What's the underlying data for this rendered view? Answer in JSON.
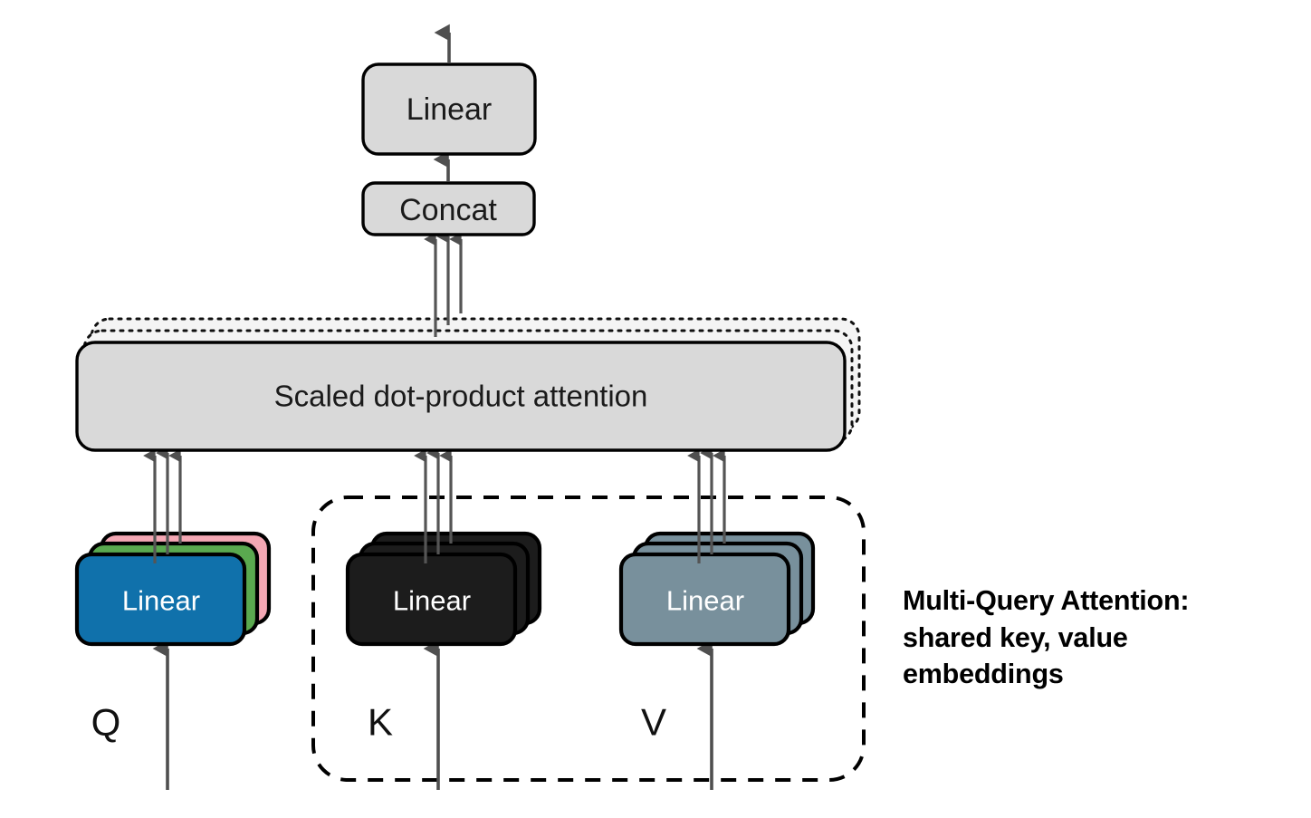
{
  "diagram": {
    "title": "Multi-Query Attention architecture diagram",
    "output_arrow": "output-arrow-up",
    "nodes": {
      "linear_top": {
        "label": "Linear",
        "shape": "rounded-rect",
        "fill": "#d9d9d9",
        "stroke": "#000000"
      },
      "concat": {
        "label": "Concat",
        "shape": "rounded-rect",
        "fill": "#d9d9d9",
        "stroke": "#000000"
      },
      "attention": {
        "label": "Scaled dot-product attention",
        "shape": "rounded-rect",
        "fill": "#d9d9d9",
        "stroke": "#000000",
        "stacked_copies": 2,
        "copy_style": "dotted"
      },
      "linear_q": {
        "label": "Linear",
        "fill": "#1071ab",
        "text_color": "#ffffff",
        "stack_colors": [
          "#f4a7b4",
          "#5aa94f",
          "#1071ab"
        ],
        "stack_count": 3
      },
      "linear_k": {
        "label": "Linear",
        "fill": "#1c1c1c",
        "text_color": "#ffffff",
        "stack_colors": [
          "#1c1c1c",
          "#1c1c1c",
          "#1c1c1c"
        ],
        "stack_count": 3
      },
      "linear_v": {
        "label": "Linear",
        "fill": "#78909c",
        "text_color": "#ffffff",
        "stack_colors": [
          "#78909c",
          "#78909c",
          "#78909c"
        ],
        "stack_count": 3
      }
    },
    "inputs": [
      {
        "id": "q",
        "label": "Q"
      },
      {
        "id": "k",
        "label": "K"
      },
      {
        "id": "v",
        "label": "V"
      }
    ],
    "group_box": {
      "style": "dashed",
      "members": [
        "K",
        "V"
      ],
      "stroke": "#000000"
    },
    "annotation": {
      "lines": [
        "Multi-Query Attention:",
        "shared key, value",
        "embeddings"
      ],
      "full_text": "Multi-Query Attention: shared key, value embeddings",
      "color": "#000000",
      "weight": "bold"
    },
    "edges": [
      {
        "from": "Q-input",
        "to": "linear_q",
        "count": 1
      },
      {
        "from": "K-input",
        "to": "linear_k",
        "count": 1
      },
      {
        "from": "V-input",
        "to": "linear_v",
        "count": 1
      },
      {
        "from": "linear_q",
        "to": "attention",
        "count": 3
      },
      {
        "from": "linear_k",
        "to": "attention",
        "count": 3
      },
      {
        "from": "linear_v",
        "to": "attention",
        "count": 3
      },
      {
        "from": "attention",
        "to": "concat",
        "count": 3
      },
      {
        "from": "concat",
        "to": "linear_top",
        "count": 1
      },
      {
        "from": "linear_top",
        "to": "output",
        "count": 1
      }
    ],
    "colors": {
      "box_gray": "#d9d9d9",
      "ghost_gray": "#f4f4f4",
      "arrow_gray": "#4f4f4f",
      "pink": "#f4a7b4",
      "green": "#5aa94f",
      "blue": "#1071ab",
      "black": "#1c1c1c",
      "slate": "#78909c",
      "background": "#ffffff"
    }
  }
}
